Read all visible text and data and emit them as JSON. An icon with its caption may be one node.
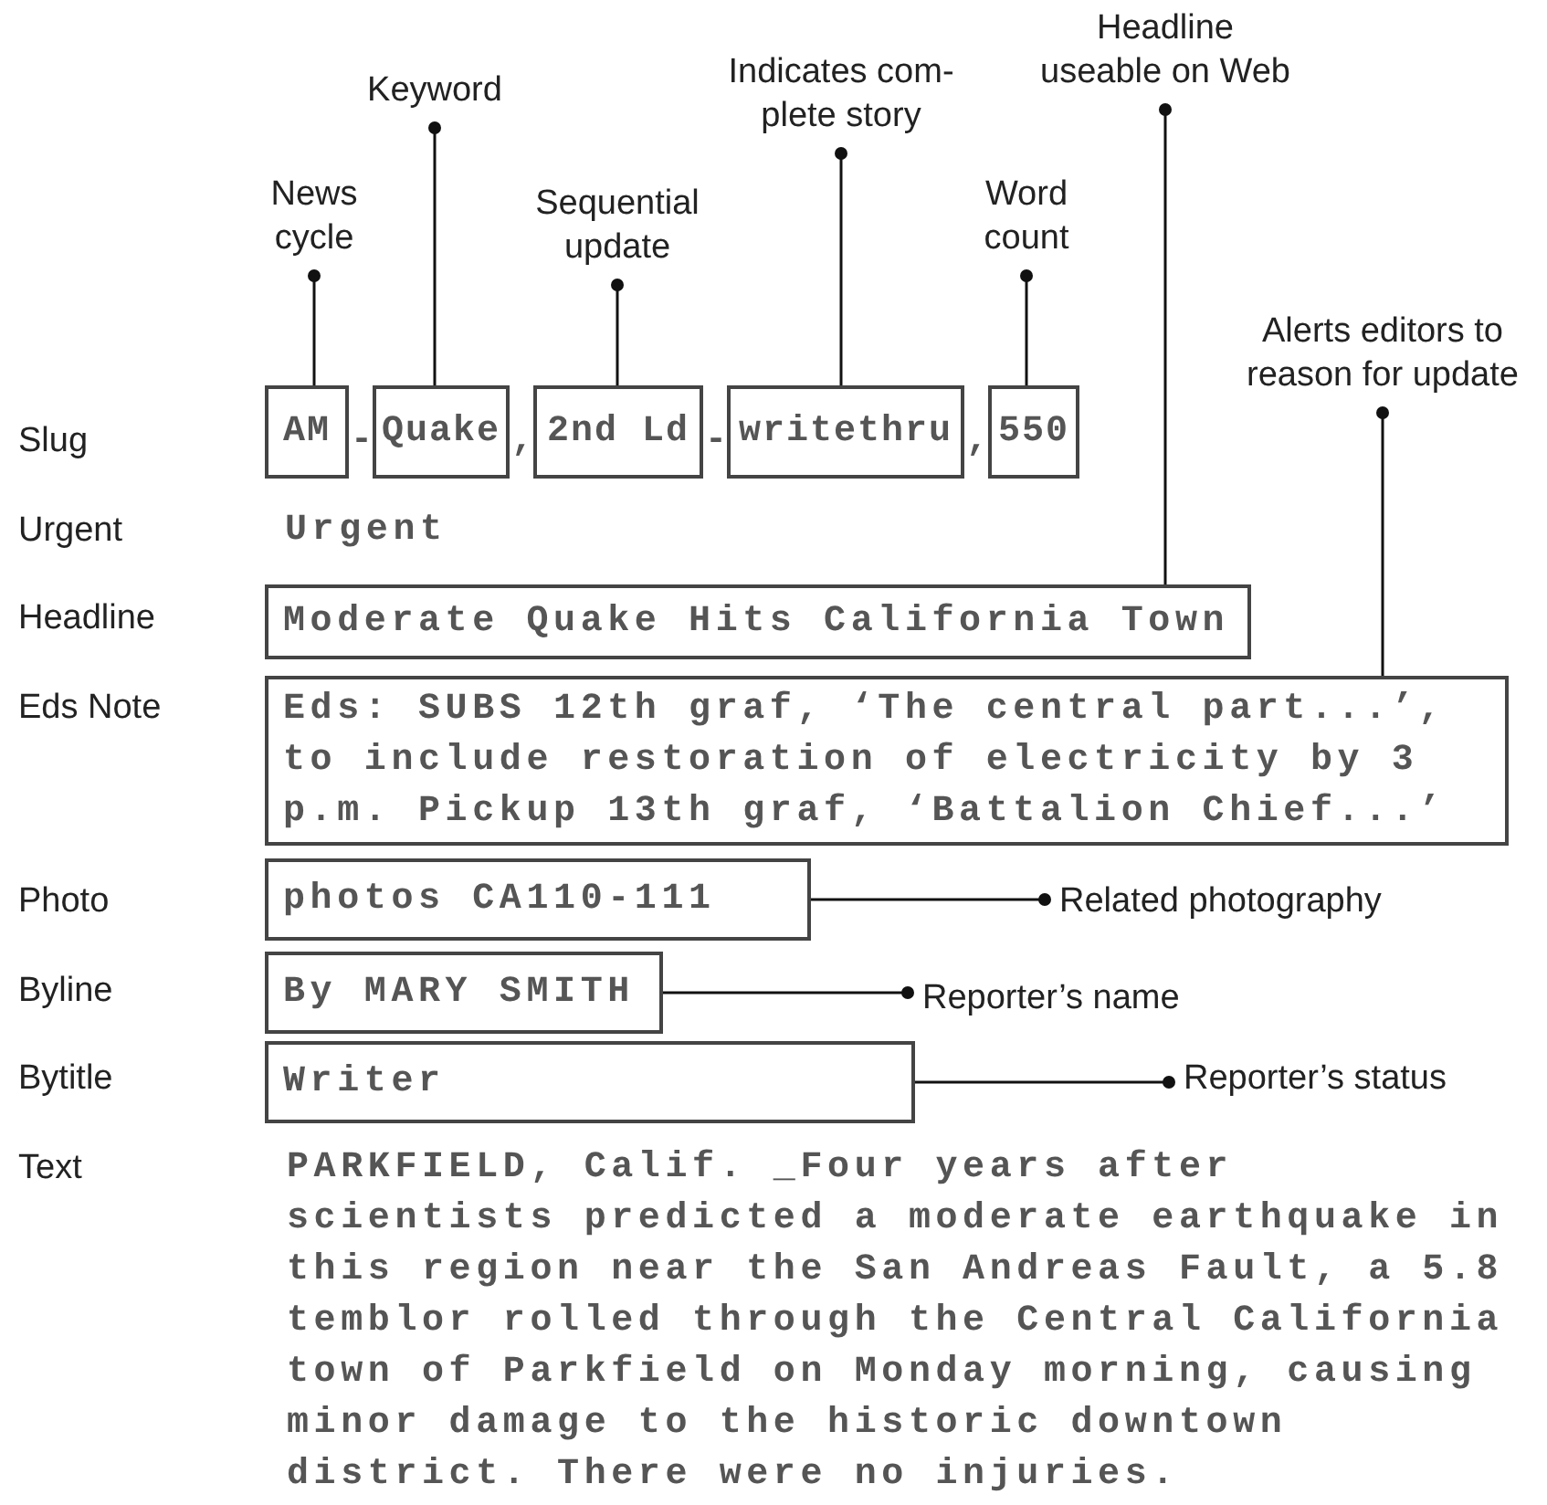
{
  "diagram": {
    "nodes": [
      {
        "text": [
          "News cycle"
        ]
      },
      {
        "text": [
          "Keyword"
        ]
      },
      {
        "text": [
          "Sequential update"
        ]
      },
      {
        "text": [
          "Indicates com- plete story"
        ]
      },
      {
        "text": [
          "Word count"
        ]
      },
      {
        "text": [
          "Headline useable on Web"
        ]
      },
      {
        "text": [
          "Alerts editors to reason for update"
        ]
      },
      {
        "text": [
          "AM"
        ]
      },
      {
        "text": [
          "Quake"
        ]
      },
      {
        "text": [
          "2nd Ld"
        ]
      },
      {
        "text": [
          "writethru"
        ]
      },
      {
        "text": [
          "550"
        ]
      },
      {
        "text": [
          "Moderate Quake Hits California Town"
        ]
      },
      {
        "text": [
          "Eds: SUBS 12th graf, ‘The central part...’, to include restoration of electricity by 3 p.m. Pickup 13th graf, ‘Battalion Chief...’"
        ]
      },
      {
        "text": [
          "photos CA110-111"
        ]
      },
      {
        "text": [
          "By MARY SMITH"
        ]
      },
      {
        "text": [
          "Writer"
        ]
      },
      {
        "text": [
          "Related photography"
        ]
      },
      {
        "text": [
          "Reporter’s name"
        ]
      },
      {
        "text": [
          "Reporter’s status"
        ]
      }
    ],
    "edges": [
      {
        "from": 0,
        "to": 7,
        "arrow": "other"
      },
      {
        "from": 1,
        "to": 8,
        "arrow": "other"
      },
      {
        "from": 2,
        "to": 9,
        "arrow": "other"
      },
      {
        "from": 3,
        "to": 10,
        "arrow": "other"
      },
      {
        "from": 4,
        "to": 11,
        "arrow": "other"
      },
      {
        "from": 5,
        "to": 12,
        "arrow": "other"
      },
      {
        "from": 6,
        "to": 13,
        "arrow": "other"
      },
      {
        "from": 17,
        "to": 14,
        "arrow": "other"
      },
      {
        "from": 18,
        "to": 15,
        "arrow": "other"
      },
      {
        "from": 19,
        "to": 16,
        "arrow": "other"
      }
    ],
    "labels": [
      "Slug",
      "-",
      ",",
      "-",
      ",",
      "Urgent",
      "Urgent",
      "Headline",
      "Eds Note",
      "Photo",
      "Byline",
      "Bytitle",
      "Text",
      "PARKFIELD, Calif. _Four years after scientists predicted a moderate earthquake in this region near the San Andreas Fault, a 5.8 temblor rolled through the Central California town of Parkfield on Monday morning, causing minor damage to the historic downtown district. There were no injuries."
    ]
  }
}
